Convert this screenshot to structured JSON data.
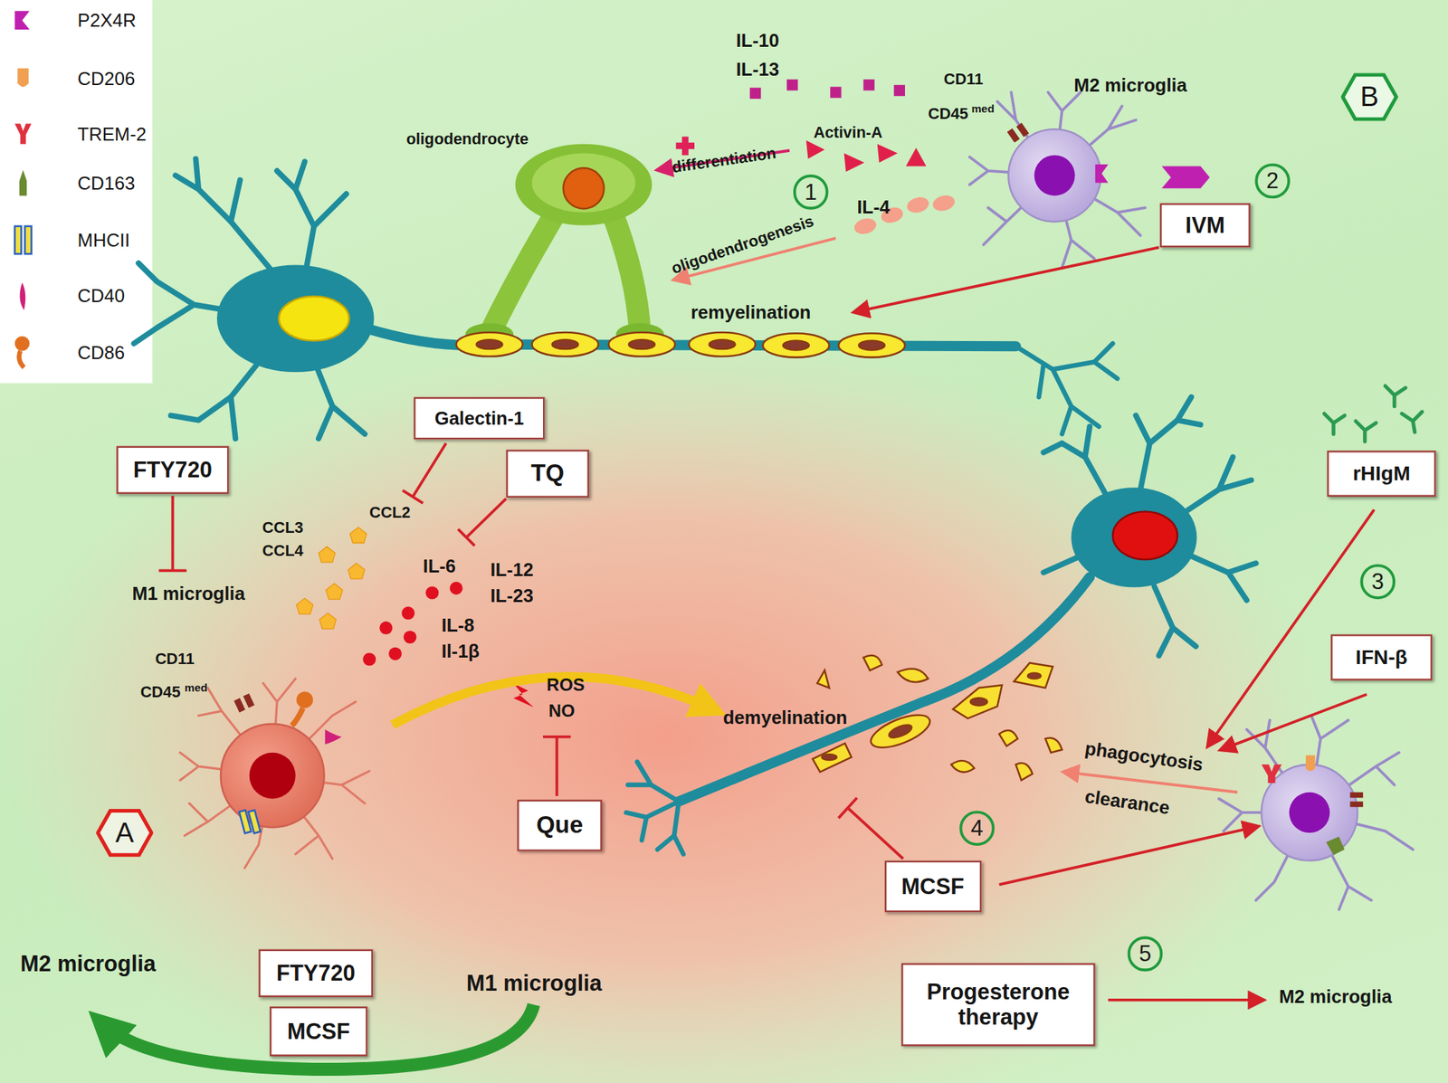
{
  "diagram": {
    "nodes": [
      {
        "text": [
          "B"
        ]
      },
      {
        "text": [
          "1"
        ]
      },
      {
        "text": [
          "2"
        ]
      },
      {
        "text": [
          "IVM"
        ]
      },
      {
        "text": [
          "Galectin-1"
        ]
      },
      {
        "text": [
          "FTY720"
        ]
      },
      {
        "text": [
          "TQ"
        ]
      },
      {
        "text": [
          "rHIgM"
        ]
      },
      {
        "text": [
          "3"
        ]
      },
      {
        "text": [
          "IFN-β"
        ]
      },
      {
        "text": [
          "Que"
        ]
      },
      {
        "text": [
          "4"
        ]
      },
      {
        "text": [
          "MCSF"
        ]
      },
      {
        "text": [
          "A"
        ]
      },
      {
        "text": [
          "5"
        ]
      },
      {
        "text": [
          "FTY720"
        ]
      },
      {
        "text": [
          "MCSF"
        ]
      },
      {
        "text": [
          "Progesterone therapy"
        ]
      }
    ],
    "labels": [
      "IL-10",
      "IL-13",
      "CD11",
      "CD45",
      "med",
      "M2 microglia",
      "oligodendrocyte",
      "Activin-A",
      "differentiation",
      "IL-4",
      "oligodendrogenesis",
      "remyelination",
      "CCL2",
      "CCL3",
      "CCL4",
      "M1 microglia",
      "IL-6",
      "IL-12",
      "IL-23",
      "IL-8",
      "Il-1β",
      "CD11",
      "CD45",
      "med",
      "ROS",
      "NO",
      "demyelination",
      "phagocytosis",
      "clearance",
      "M2 microglia",
      "M1 microglia",
      "M2 microglia"
    ],
    "legend": [
      {
        "text": "P2X4R"
      },
      {
        "text": "CD206"
      },
      {
        "text": "TREM-2"
      },
      {
        "text": "CD163"
      },
      {
        "text": "MHCII"
      },
      {
        "text": "CD40"
      },
      {
        "text": "CD86"
      }
    ]
  }
}
